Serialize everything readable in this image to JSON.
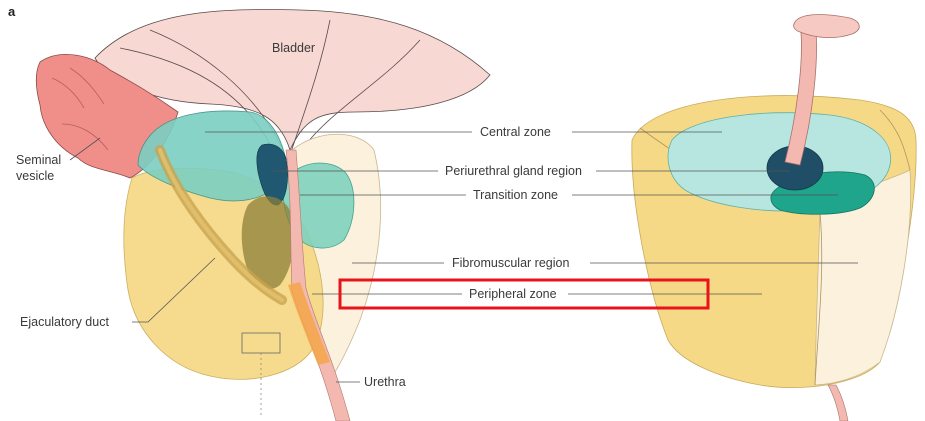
{
  "figure": {
    "panel_letter": "a",
    "labels": {
      "bladder": "Bladder",
      "seminal_vesicle_line1": "Seminal",
      "seminal_vesicle_line2": "vesicle",
      "central_zone": "Central zone",
      "periurethral_gland_region": "Periurethral gland region",
      "transition_zone": "Transition zone",
      "fibromuscular_region": "Fibromuscular region",
      "peripheral_zone": "Peripheral zone",
      "ejaculatory_duct": "Ejaculatory duct",
      "urethra": "Urethra"
    },
    "highlight": {
      "target": "peripheral_zone",
      "color": "#e8141b"
    },
    "colors": {
      "bladder": "#f7d8d3",
      "seminal_vesicle": "#f08f8a",
      "central_zone": "#7ccfc2",
      "periurethral": "#1f5870",
      "transition_zone": "#2fb59a",
      "fibromuscular": "#fbf1dd",
      "peripheral_zone": "#f6d987",
      "urethra": "#f3b8b0",
      "ejaculatory_duct": "#8fa44f"
    }
  }
}
